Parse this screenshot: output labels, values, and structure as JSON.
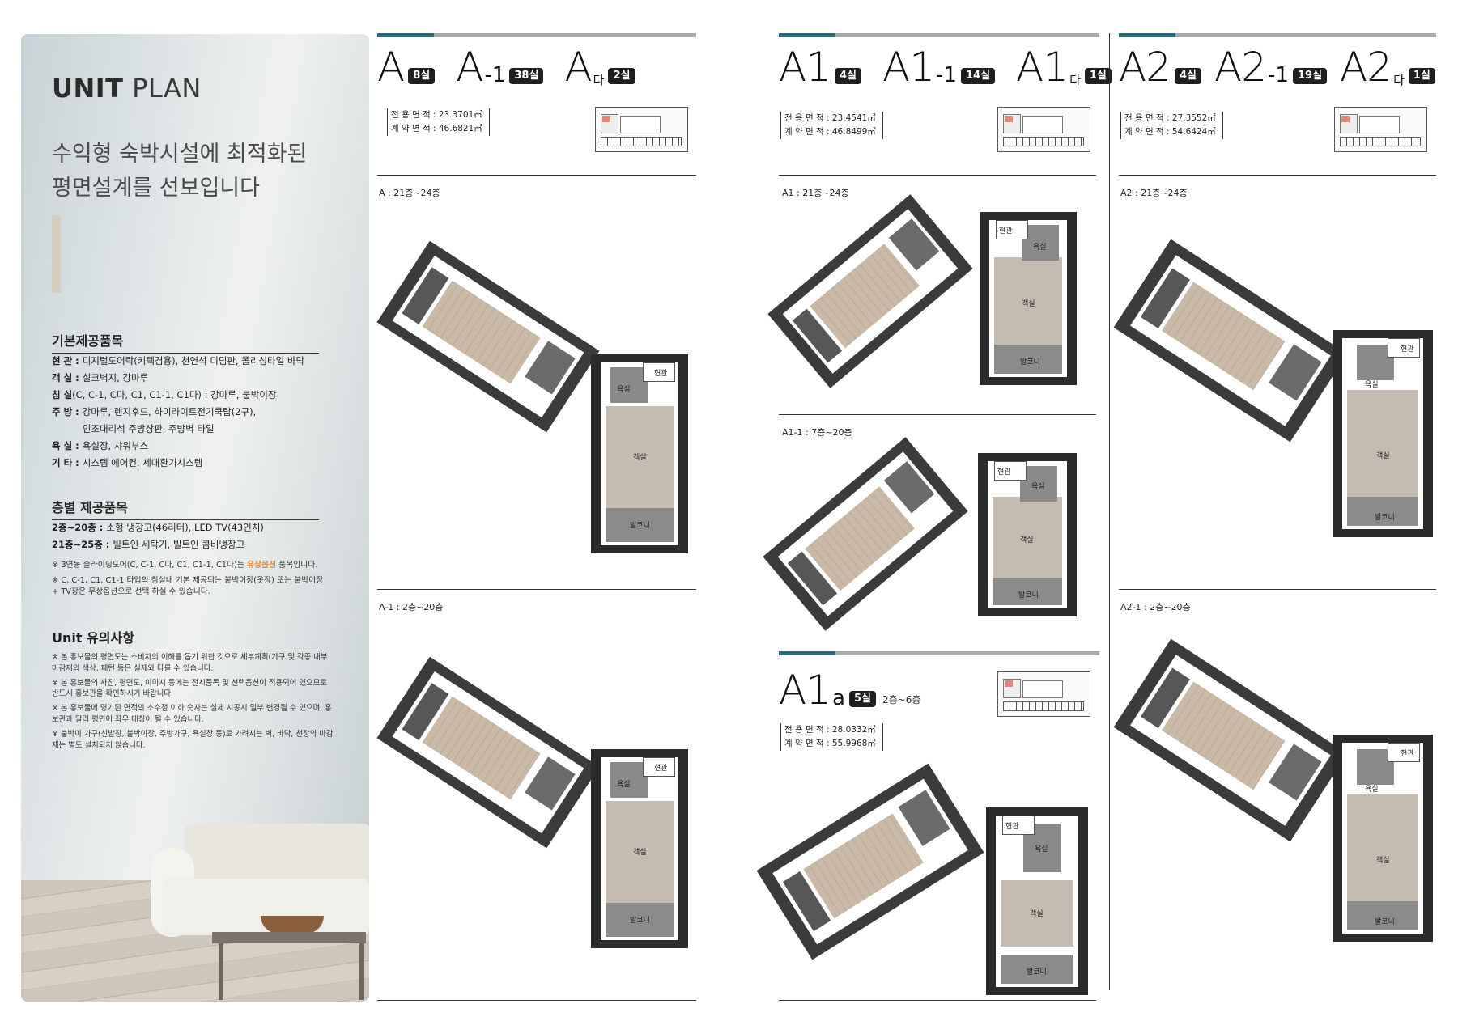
{
  "intro": {
    "title_bold": "UNIT",
    "title_thin": "PLAN",
    "headline_line1": "수익형 숙박시설에 최적화된",
    "headline_line2": "평면설계를 선보입니다",
    "basic": {
      "heading": "기본제공품목",
      "rows": [
        {
          "key": "현 관 : ",
          "value": "디지털도어락(키텍겸용), 천연석 디딤판, 폴리싱타일 바닥"
        },
        {
          "key": "객 실 : ",
          "value": "실크벽지, 강마루"
        },
        {
          "key": "침 실",
          "value": "(C, C-1, C다, C1, C1-1, C1다) : 강마루, 붙박이장"
        },
        {
          "key": "주 방 : ",
          "value": "강마루, 렌지후드, 하이라이트전기쿡탑(2구),\n인조대리석 주방상판, 주방벽 타일"
        },
        {
          "key": "욕 실 : ",
          "value": "욕실장, 샤워부스"
        },
        {
          "key": "기 타 : ",
          "value": "시스템 에어컨, 세대환기시스템"
        }
      ]
    },
    "floor": {
      "heading": "층별 제공품목",
      "rows": [
        {
          "key": "2층~20층 : ",
          "value": "소형 냉장고(46리터), LED TV(43인치)"
        },
        {
          "key": "21층~25층 : ",
          "value": "빌트인 세탁기, 빌트인 콤비냉장고"
        }
      ],
      "note1_pre": "※ 3연동 슬라이딩도어(C, C-1, C다, C1, C1-1, C1다)는 ",
      "note1_orange": "유상옵션",
      "note1_post": " 품목입니다.",
      "note2": "※ C, C-1, C1, C1-1 타입의 침실내 기본 제공되는 붙박이장(옷장) 또는 붙박이장 + TV장은 무상옵션으로 선택 하실 수 있습니다."
    },
    "unit_notes": {
      "heading": "Unit 유의사항",
      "items": [
        "※ 본 홍보물의 평면도는 소비자의 이해를 돕기 위한 것으로 세부계획(가구 및 각종 내부 마감재의 색상, 패턴 등은 실제와 다를 수 있습니다.",
        "※ 본 홍보물의 사진, 평면도, 이미지 등에는 전시품목 및 선택옵션이 적용되어 있으므로 반드시 홍보관을 확인하시기 바랍니다.",
        "※ 본 홍보물에 명기된 면적의 소수점 이하 숫자는 실제 시공시 일부 변경될 수 있으며, 홍보관과 달리 평면이 좌우 대칭이 될 수 있습니다.",
        "※ 붙박이 가구(신발장, 붙박이장, 주방가구, 욕실장 등)로 가려지는 벽, 바닥, 천장의 마감재는 별도 설치되지 않습니다."
      ]
    }
  },
  "col_a": {
    "types": [
      {
        "main": "A",
        "suffix": "",
        "da": "",
        "badge": "8실"
      },
      {
        "main": "A",
        "suffix": "-1",
        "da": "",
        "badge": "38실"
      },
      {
        "main": "A",
        "suffix": "",
        "da": "다",
        "badge": "2실"
      }
    ],
    "area_exclusive": "전 용 면 적 : 23.3701㎡",
    "area_contract": "계 약 면 적 : 46.6821㎡",
    "section1": "A : 21층~24층",
    "section2": "A-1 : 2층~20층",
    "labels": {
      "entrance": "현관",
      "bath": "욕실",
      "room": "객실",
      "balcony": "발코니"
    }
  },
  "col_a1": {
    "types": [
      {
        "main": "A1",
        "suffix": "",
        "da": "",
        "badge": "4실"
      },
      {
        "main": "A1",
        "suffix": "-1",
        "da": "",
        "badge": "14실"
      },
      {
        "main": "A1",
        "suffix": "",
        "da": "다",
        "badge": "1실"
      }
    ],
    "area_exclusive": "전 용 면 적 : 23.4541㎡",
    "area_contract": "계 약 면 적 : 46.8499㎡",
    "section1": "A1 : 21층~24층",
    "section2": "A1-1 : 7층~20층",
    "labels": {
      "entrance": "현관",
      "bath": "욕실",
      "room": "객실",
      "balcony": "발코니"
    }
  },
  "col_a1a": {
    "main": "A1",
    "suffix": "a",
    "badge": "5실",
    "floors": "2층~6층",
    "area_exclusive": "전 용 면 적 : 28.0332㎡",
    "area_contract": "계 약 면 적 : 55.9968㎡",
    "labels": {
      "entrance": "현관",
      "bath": "욕실",
      "room": "객실",
      "balcony": "발코니"
    }
  },
  "col_a2": {
    "types": [
      {
        "main": "A2",
        "suffix": "",
        "da": "",
        "badge": "4실"
      },
      {
        "main": "A2",
        "suffix": "-1",
        "da": "",
        "badge": "19실"
      },
      {
        "main": "A2",
        "suffix": "",
        "da": "다",
        "badge": "1실"
      }
    ],
    "area_exclusive": "전 용 면 적 : 27.3552㎡",
    "area_contract": "계 약 면 적 : 54.6424㎡",
    "section1": "A2 : 21층~24층",
    "section2": "A2-1 : 2층~20층",
    "labels": {
      "entrance": "현관",
      "bath": "욕실",
      "room": "객실",
      "balcony": "발코니"
    }
  },
  "colors": {
    "accent": "#1e6f7e",
    "bar": "#a9acad",
    "badge": "#1f1f1f",
    "option": "#e8892b"
  }
}
